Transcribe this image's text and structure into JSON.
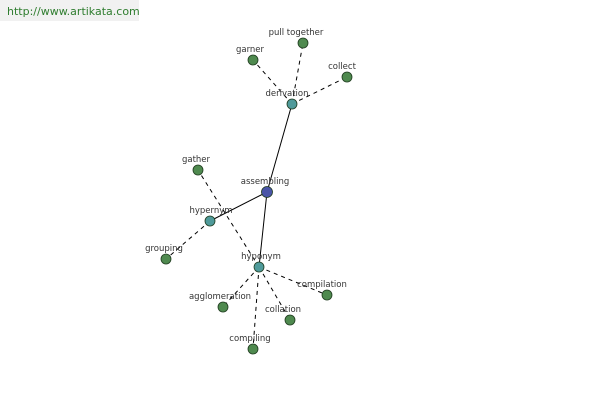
{
  "header": {
    "url": "http://www.artikata.com"
  },
  "graph": {
    "colors": {
      "root": "#4a55a8",
      "hub": "#4f9a9a",
      "leaf": "#4f8a4f"
    },
    "nodes": [
      {
        "id": "assembling",
        "label": "assembling",
        "kind": "root"
      },
      {
        "id": "derivation",
        "label": "derivation",
        "kind": "hub"
      },
      {
        "id": "hypernym",
        "label": "hypernym",
        "kind": "hub"
      },
      {
        "id": "hyponym",
        "label": "hyponym",
        "kind": "hub"
      },
      {
        "id": "garner",
        "label": "garner",
        "kind": "leaf"
      },
      {
        "id": "pull-together",
        "label": "pull together",
        "kind": "leaf"
      },
      {
        "id": "collect",
        "label": "collect",
        "kind": "leaf"
      },
      {
        "id": "gather",
        "label": "gather",
        "kind": "leaf"
      },
      {
        "id": "grouping",
        "label": "grouping",
        "kind": "leaf"
      },
      {
        "id": "agglomeration",
        "label": "agglomeration",
        "kind": "leaf"
      },
      {
        "id": "collation",
        "label": "collation",
        "kind": "leaf"
      },
      {
        "id": "compilation",
        "label": "compilation",
        "kind": "leaf"
      },
      {
        "id": "compiling",
        "label": "compiling",
        "kind": "leaf"
      }
    ],
    "edges": [
      {
        "from": "assembling",
        "to": "derivation",
        "style": "solid"
      },
      {
        "from": "assembling",
        "to": "hypernym",
        "style": "solid"
      },
      {
        "from": "assembling",
        "to": "hyponym",
        "style": "solid"
      },
      {
        "from": "derivation",
        "to": "garner",
        "style": "dashed"
      },
      {
        "from": "derivation",
        "to": "pull-together",
        "style": "dashed"
      },
      {
        "from": "derivation",
        "to": "collect",
        "style": "dashed"
      },
      {
        "from": "hypernym",
        "to": "grouping",
        "style": "dashed"
      },
      {
        "from": "hyponym",
        "to": "gather",
        "style": "dashed"
      },
      {
        "from": "hyponym",
        "to": "agglomeration",
        "style": "dashed"
      },
      {
        "from": "hyponym",
        "to": "collation",
        "style": "dashed"
      },
      {
        "from": "hyponym",
        "to": "compilation",
        "style": "dashed"
      },
      {
        "from": "hyponym",
        "to": "compiling",
        "style": "dashed"
      }
    ]
  }
}
